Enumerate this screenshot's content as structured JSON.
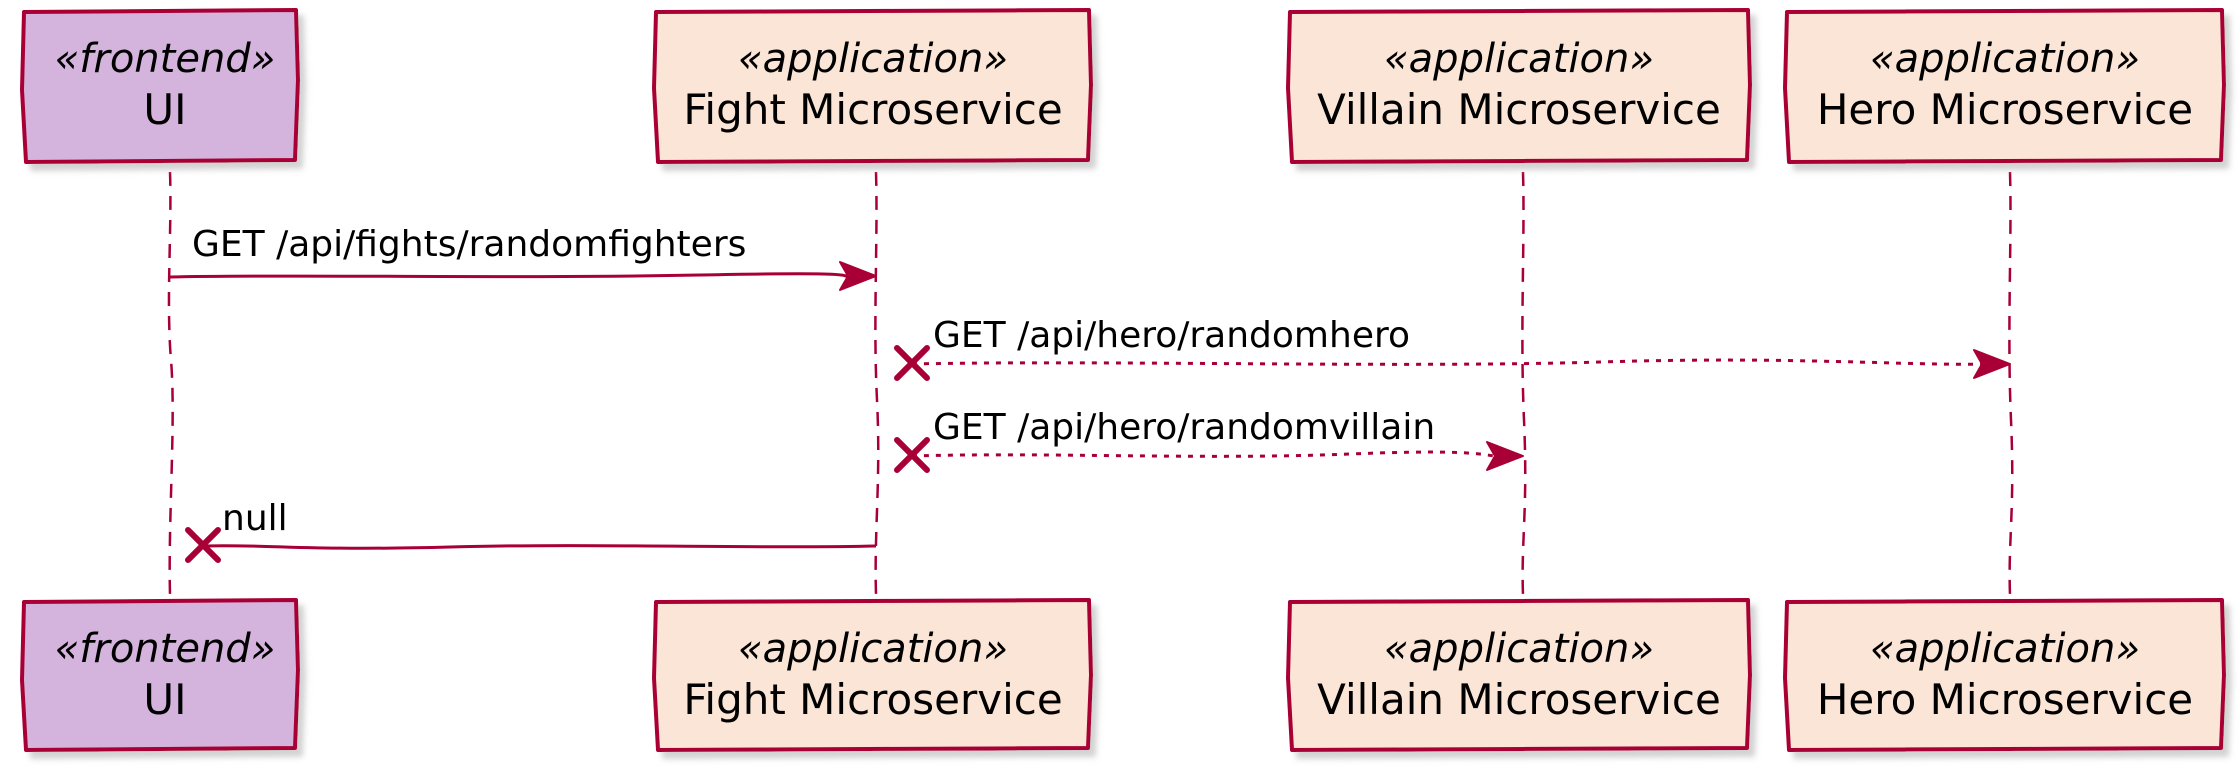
{
  "colors": {
    "line": "#A80036",
    "frontend_fill": "#D4B3DC",
    "application_fill": "#FBE5D6",
    "shadow": "#C8C8C8"
  },
  "participants": [
    {
      "id": "ui",
      "stereotype": "«frontend»",
      "name": "UI",
      "kind": "frontend"
    },
    {
      "id": "fight",
      "stereotype": "«application»",
      "name": "Fight Microservice",
      "kind": "application"
    },
    {
      "id": "villain",
      "stereotype": "«application»",
      "name": "Villain Microservice",
      "kind": "application"
    },
    {
      "id": "hero",
      "stereotype": "«application»",
      "name": "Hero Microservice",
      "kind": "application"
    }
  ],
  "messages": [
    {
      "from": "ui",
      "to": "fight",
      "label": "GET /api/fights/randomfighters",
      "style": "solid",
      "lost_start": false
    },
    {
      "from": "fight",
      "to": "hero",
      "label": "GET /api/hero/randomhero",
      "style": "dotted",
      "lost_start": true
    },
    {
      "from": "fight",
      "to": "villain",
      "label": "GET /api/hero/randomvillain",
      "style": "dotted",
      "lost_start": true
    },
    {
      "from": "fight",
      "to": "ui",
      "label": "null",
      "style": "solid",
      "lost_end": true
    }
  ]
}
